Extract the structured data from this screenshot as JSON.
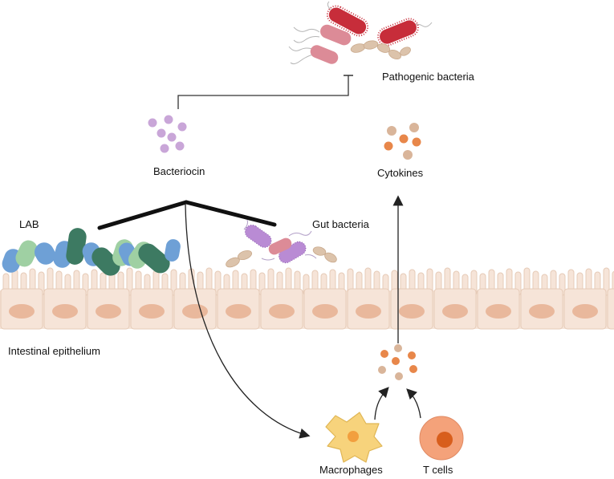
{
  "labels": {
    "pathogenic_bacteria": "Pathogenic bacteria",
    "bacteriocin": "Bacteriocin",
    "cytokines": "Cytokines",
    "lab": "LAB",
    "gut_bacteria": "Gut bacteria",
    "intestinal_epithelium": "Intestinal epithelium",
    "macrophages": "Macrophages",
    "t_cells": "T cells"
  },
  "icons": [
    "pathogenic-bacteria-icon",
    "bacteriocin-particles-icon",
    "cytokine-particles-icon",
    "lab-bacteria-icon",
    "gut-bacteria-icon",
    "epithelium-icon",
    "macrophage-icon",
    "t-cell-icon"
  ],
  "colors": {
    "pathogen_red": "#c72d3a",
    "pathogen_pink": "#dc8b97",
    "bacteriocin_purple": "#c9a6d8",
    "cytokine_orange": "#e8874a",
    "cytokine_tan": "#d9b59a",
    "lab_blue": "#6ea0d6",
    "lab_green": "#3d7a62",
    "lab_light_green": "#9fd0a3",
    "gut_purple": "#b98bd4",
    "epithelium_cell": "#f6e4d8",
    "epithelium_nucleus": "#e9b89c",
    "macrophage_yellow": "#f7d37c",
    "tcell_orange": "#f0a57e"
  }
}
